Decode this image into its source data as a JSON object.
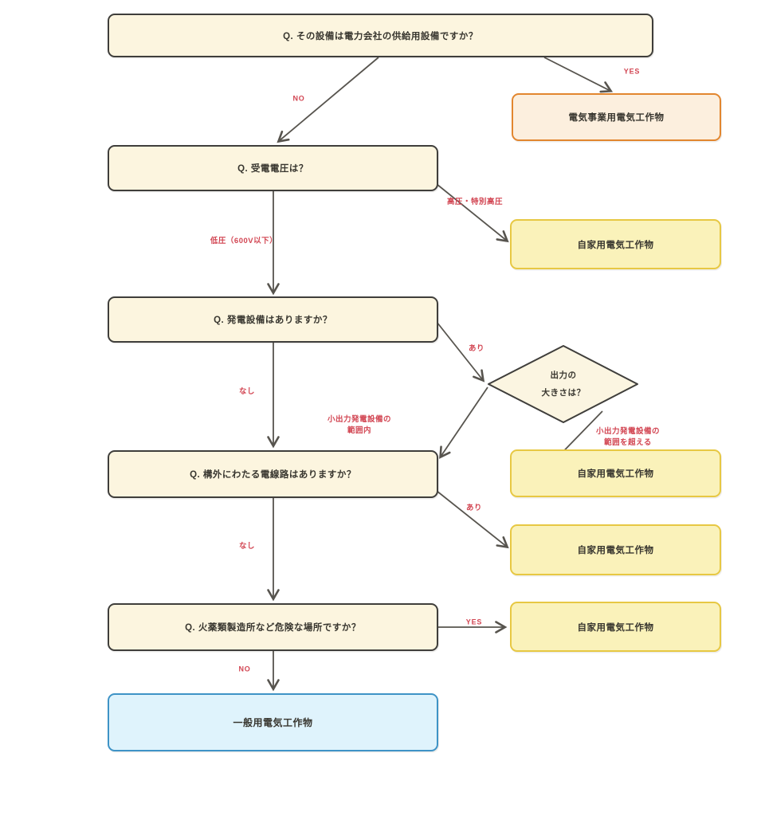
{
  "diagram": {
    "type": "flowchart",
    "questions": [
      {
        "id": "q1",
        "text": "Q. その設備は電力会社の供給用設備ですか？"
      },
      {
        "id": "q2",
        "text": "Q. 受電電圧は？"
      },
      {
        "id": "q3",
        "text": "Q. 発電設備はありますか？"
      },
      {
        "id": "q4",
        "text": "Q. 構外にわたる電線路はありますか？"
      },
      {
        "id": "q5",
        "text": "Q. 火薬類製造所など危険な場所ですか？"
      }
    ],
    "decision": {
      "line1": "出力の",
      "line2": "大きさは？"
    },
    "results": {
      "business": "電気事業用電気工作物",
      "private1": "自家用電気工作物",
      "private2": "自家用電気工作物",
      "private3": "自家用電気工作物",
      "private4": "自家用電気工作物",
      "general": "一般用電気工作物"
    },
    "edge_labels": {
      "yes1": "YES",
      "no1": "NO",
      "high_voltage": "高圧・特別高圧",
      "low_voltage": "低圧（600V以下）",
      "ari1": "あり",
      "nashi1": "なし",
      "within_line1": "小出力発電設備の",
      "within_line2": "範囲内",
      "exceed_line1": "小出力発電設備の",
      "exceed_line2": "範囲を超える",
      "ari2": "あり",
      "nashi2": "なし",
      "yes2": "YES",
      "no2": "NO"
    },
    "colors": {
      "question_fill": "#fcf5df",
      "question_border": "#3f3e3b",
      "business_fill": "#fcefde",
      "business_border": "#e2862f",
      "private_fill": "#faf2ba",
      "private_border": "#e7c843",
      "general_fill": "#dff3fc",
      "general_border": "#3e93c6",
      "label_red": "#d24552",
      "arrow_gray": "#57544e"
    }
  }
}
